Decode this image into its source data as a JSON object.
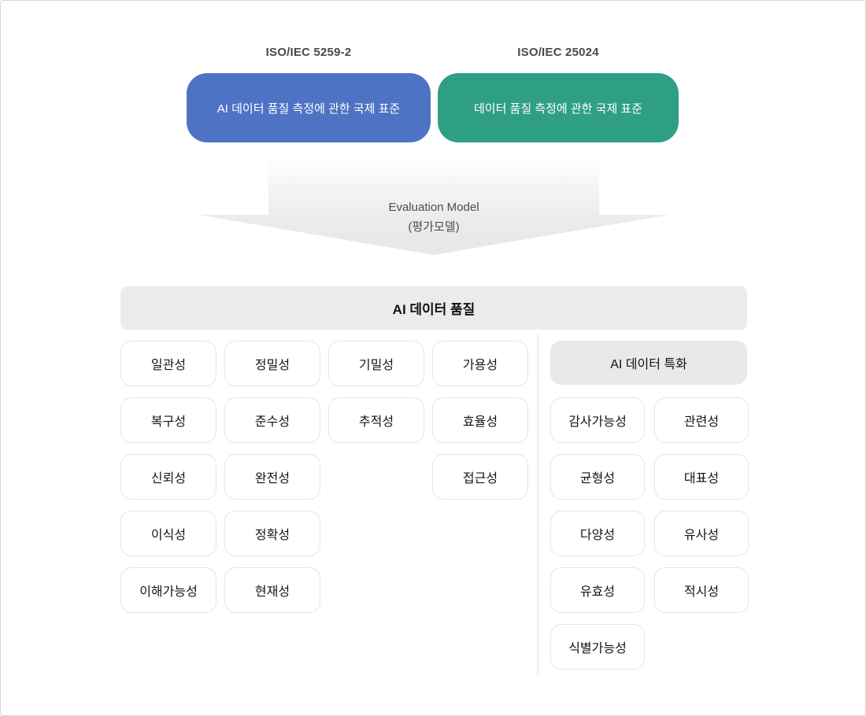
{
  "theme": {
    "blue": "#4e72c4",
    "green": "#2f9f84",
    "bar": "#ebebeb",
    "boxborder": "#e4e4e4"
  },
  "standards": [
    {
      "code": "ISO/IEC 5259-2",
      "label": "AI 데이터 품질 측정에 관한 국제 표준"
    },
    {
      "code": "ISO/IEC 25024",
      "label": "데이터 품질 측정에 관한 국제 표준"
    }
  ],
  "arrow": {
    "line1": "Evaluation Model",
    "line2": "(평가모델)"
  },
  "quality": {
    "title": "AI 데이터 품질",
    "items": [
      "일관성",
      "정밀성",
      "기밀성",
      "가용성",
      "복구성",
      "준수성",
      "추적성",
      "효율성",
      "신뢰성",
      "완전성",
      "접근성",
      "이식성",
      "정확성",
      "이해가능성",
      "현재성"
    ]
  },
  "ai_special": {
    "title": "AI 데이터 특화",
    "items": [
      "감사가능성",
      "관련성",
      "균형성",
      "대표성",
      "다양성",
      "유사성",
      "유효성",
      "적시성",
      "식별가능성"
    ]
  }
}
